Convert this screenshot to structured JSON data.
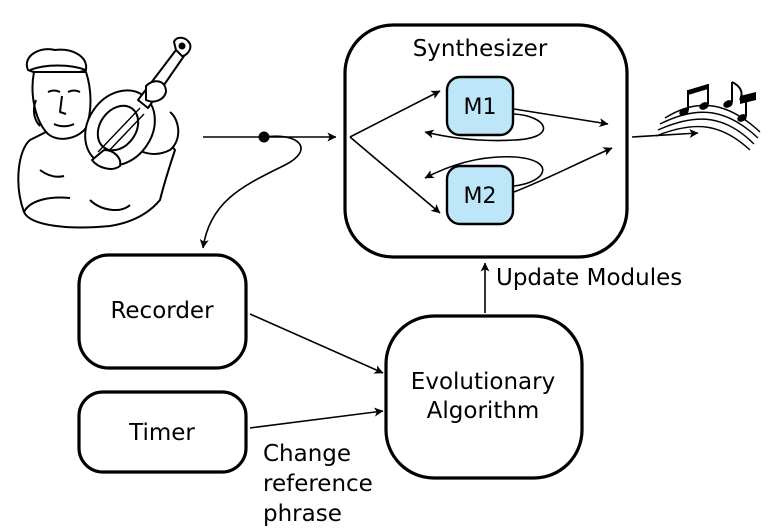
{
  "synthesizer": {
    "label": "Synthesizer"
  },
  "modules": [
    {
      "label": "M1"
    },
    {
      "label": "M2"
    }
  ],
  "recorder": {
    "label": "Recorder"
  },
  "timer": {
    "label": "Timer"
  },
  "evolutionary_algorithm": {
    "line1": "Evolutionary",
    "line2": "Algorithm"
  },
  "update_modules": {
    "label": "Update Modules"
  },
  "change_reference": {
    "line1": "Change",
    "line2": "reference",
    "line3": "phrase"
  },
  "colors": {
    "module_fill": "#bde6f8",
    "stroke": "#000000"
  },
  "icons": {
    "musician": "lute-player-icon",
    "output": "music-notes-icon"
  }
}
